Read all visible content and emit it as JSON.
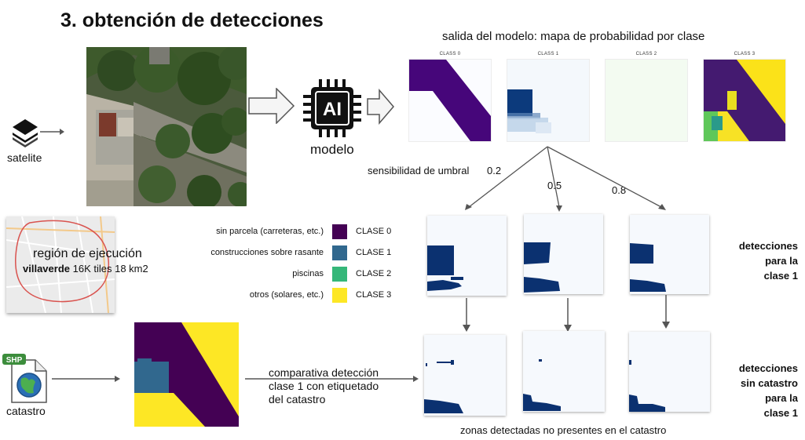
{
  "title": "3. obtención de detecciones",
  "subtitle": "salida del modelo: mapa de probabilidad por clase",
  "class_labels": [
    "CLASS 0",
    "CLASS 1",
    "CLASS 2",
    "CLASS 3"
  ],
  "satelite_label": "satelite",
  "modelo_label": "modelo",
  "ai_chip_text": "AI",
  "region": {
    "title": "región de ejecución",
    "name": "villaverde",
    "detail": "16K tiles 18 km2"
  },
  "threshold": {
    "label": "sensibilidad de umbral",
    "values": [
      "0.2",
      "0.5",
      "0.8"
    ]
  },
  "legend": [
    {
      "desc": "sin parcela (carreteras, etc.)",
      "cls": "CLASE 0",
      "color": "#440154"
    },
    {
      "desc": "construcciones sobre rasante",
      "cls": "CLASE 1",
      "color": "#31688e"
    },
    {
      "desc": "piscinas",
      "cls": "CLASE 2",
      "color": "#35b779"
    },
    {
      "desc": "otros (solares, etc.)",
      "cls": "CLASE 3",
      "color": "#fde725"
    }
  ],
  "catastro_label": "catastro",
  "shp_badge": "SHP",
  "comparativa": [
    "comparativa detección",
    "clase 1 con etiquetado",
    "del  catastro"
  ],
  "right_labels": {
    "detecciones": [
      "detecciones",
      "para la",
      "clase 1"
    ],
    "sin_catastro": [
      "detecciones",
      "sin catastro",
      "para la",
      "clase 1"
    ]
  },
  "bottom_caption": "zonas detectadas no presentes en el catastro",
  "colors": {
    "purple": "#440154",
    "teal": "#31688e",
    "green": "#35b779",
    "yellow": "#fde725",
    "mask_blue": "#0b3170",
    "arrow_gray": "#555555"
  }
}
